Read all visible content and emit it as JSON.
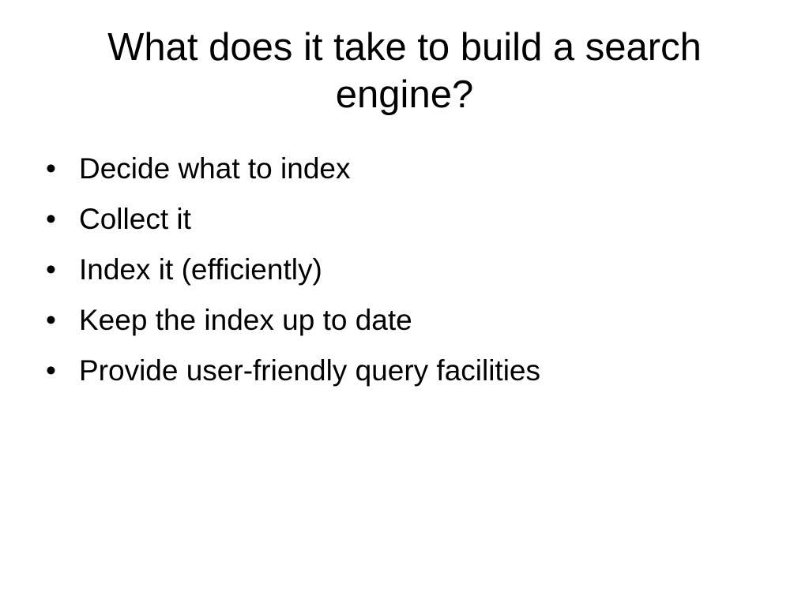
{
  "slide": {
    "title": "What does it take to build a search engine?",
    "bullet_glyph": "•",
    "bullets": [
      "Decide what to index",
      "Collect it",
      "Index it (efficiently)",
      "Keep the index up to date",
      "Provide user-friendly query facilities"
    ]
  }
}
